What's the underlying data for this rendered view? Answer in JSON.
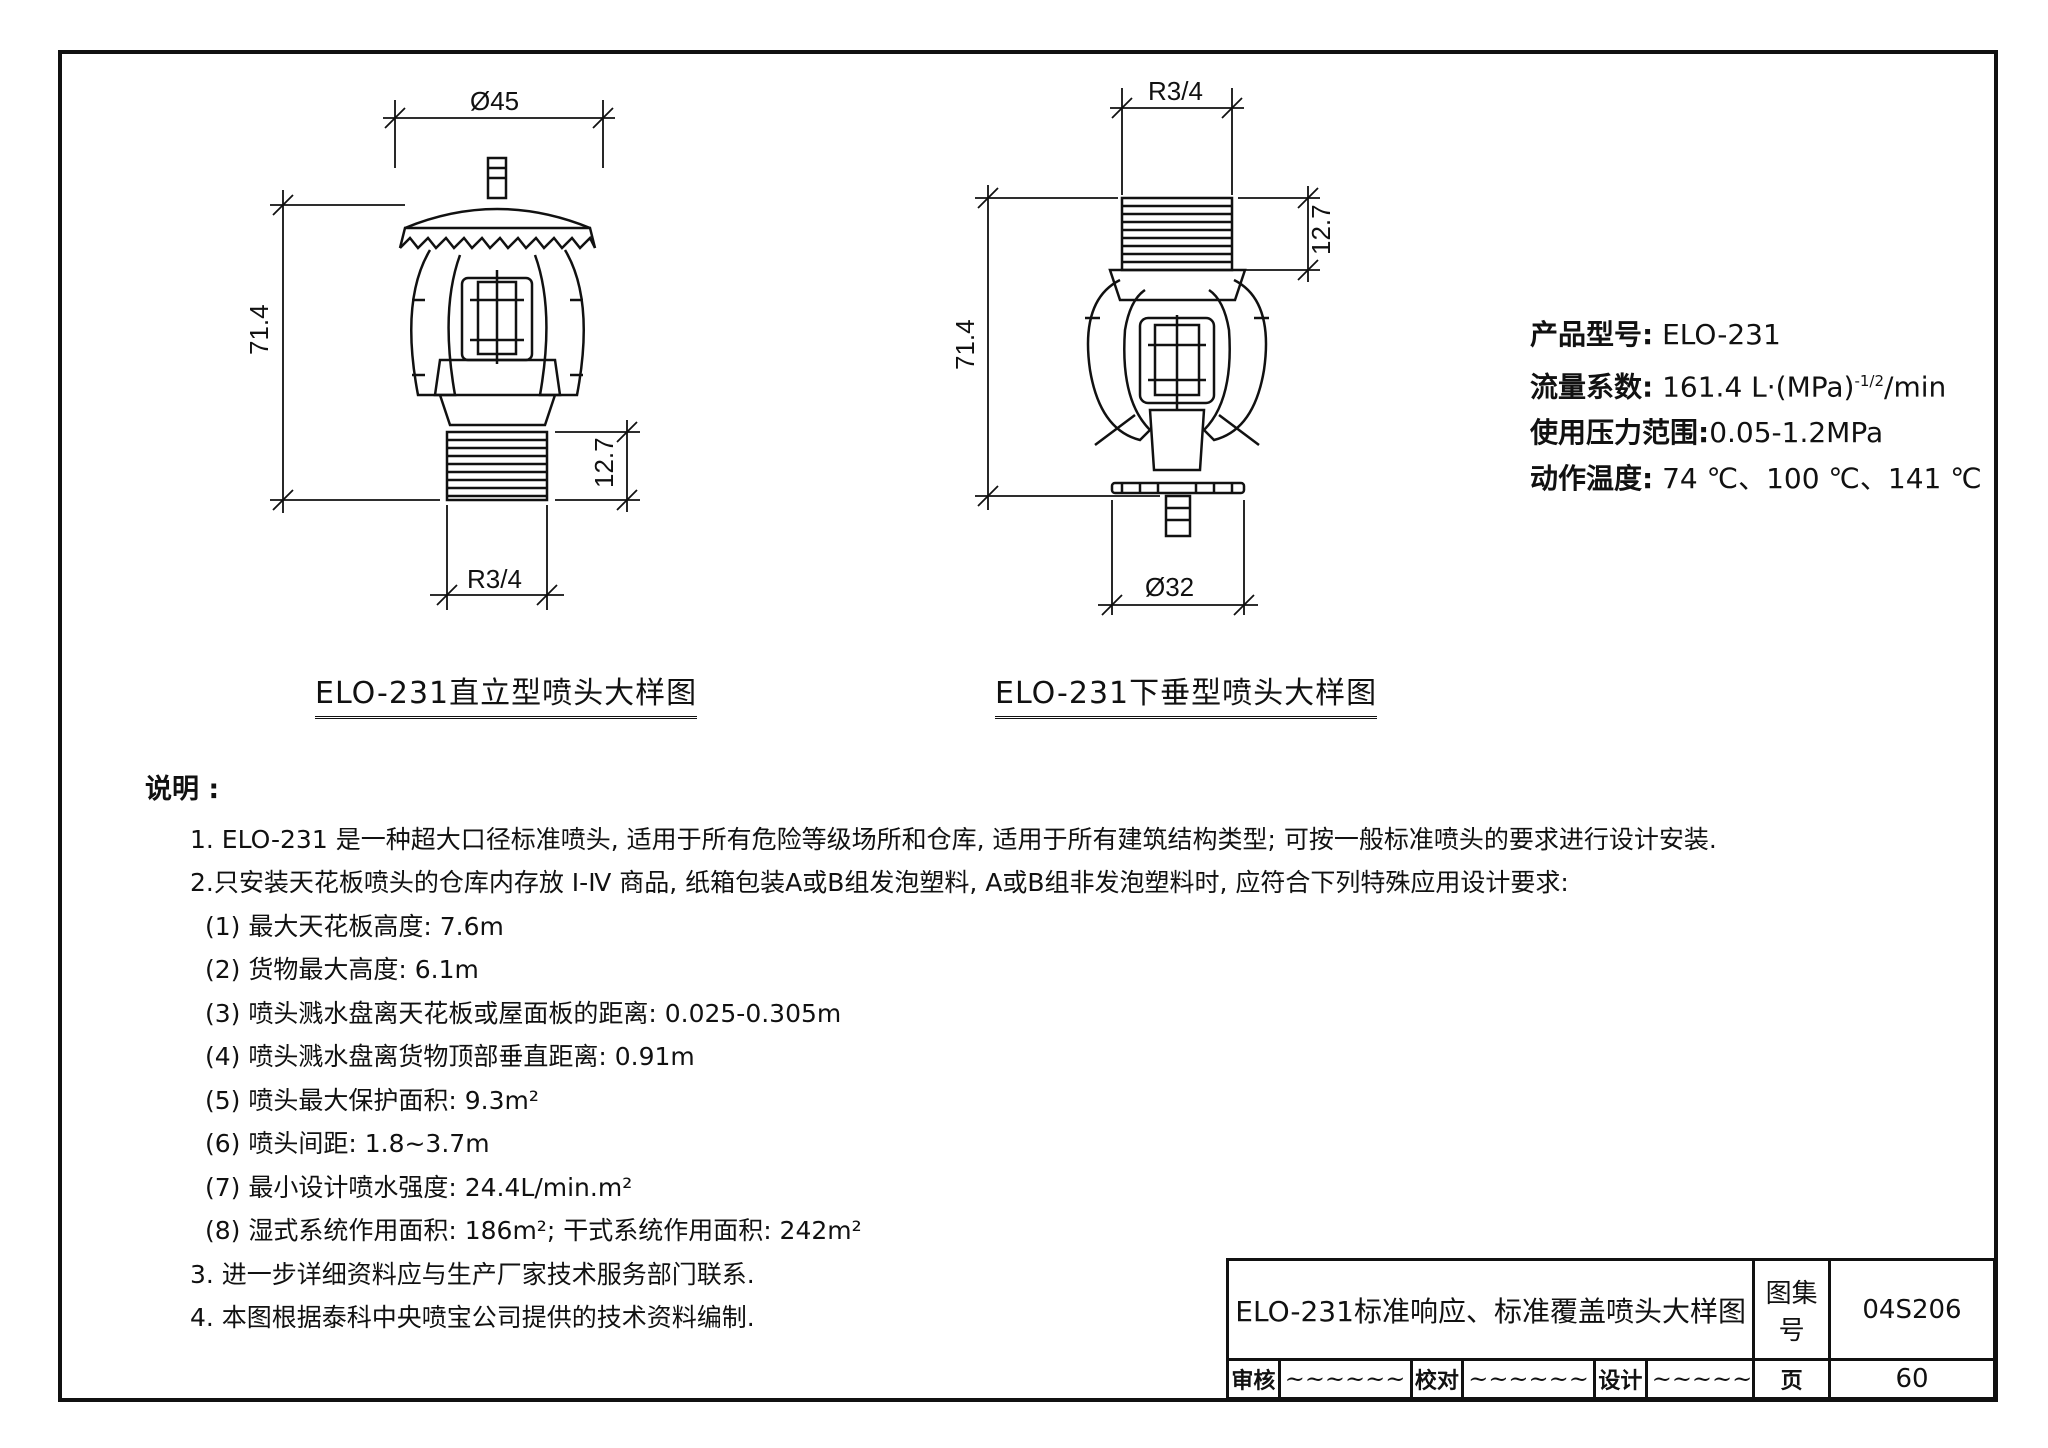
{
  "figure_left": {
    "title": "ELO-231直立型喷头大样图",
    "dim_top": "Ø45",
    "dim_height": "71.4",
    "dim_thread": "12.7",
    "dim_bottom": "R3/4"
  },
  "figure_right": {
    "title": "ELO-231下垂型喷头大样图",
    "dim_top": "R3/4",
    "dim_height": "71.4",
    "dim_thread": "12.7",
    "dim_bottom": "Ø32"
  },
  "spec": {
    "model_label": "产品型号:",
    "model_value": "ELO-231",
    "k_label": "流量系数:",
    "k_value": "161.4 L·(MPa)",
    "k_exp": "-1/2",
    "k_unit": "/min",
    "pressure_label": "使用压力范围:",
    "pressure_value": "0.05-1.2MPa",
    "temp_label": "动作温度:",
    "temp_value": "74 ℃、100 ℃、141 ℃"
  },
  "notes": {
    "heading": "说明 :",
    "n1": "1. ELO-231 是一种超大口径标准喷头, 适用于所有危险等级场所和仓库, 适用于所有建筑结构类型; 可按一般标准喷头的要求进行设计安装.",
    "n2": "2.只安装天花板喷头的仓库内存放 I-Ⅳ 商品, 纸箱包装A或B组发泡塑料, A或B组非发泡塑料时, 应符合下列特殊应用设计要求:",
    "s1": "(1) 最大天花板高度: 7.6m",
    "s2": "(2) 货物最大高度: 6.1m",
    "s3": "(3) 喷头溅水盘离天花板或屋面板的距离: 0.025-0.305m",
    "s4": "(4) 喷头溅水盘离货物顶部垂直距离: 0.91m",
    "s5": "(5) 喷头最大保护面积: 9.3m²",
    "s6": "(6) 喷头间距: 1.8~3.7m",
    "s7": "(7) 最小设计喷水强度: 24.4L/min.m²",
    "s8": "(8) 湿式系统作用面积: 186m²; 干式系统作用面积: 242m²",
    "n3": "3. 进一步详细资料应与生产厂家技术服务部门联系.",
    "n4": "4. 本图根据泰科中央喷宝公司提供的技术资料编制."
  },
  "title_block": {
    "drawing_title": "ELO-231标准响应、标准覆盖喷头大样图",
    "atlas_label": "图集号",
    "atlas_no": "04S206",
    "review_label": "审核",
    "check_label": "校对",
    "design_label": "设计",
    "page_label": "页",
    "page_no": "60"
  }
}
